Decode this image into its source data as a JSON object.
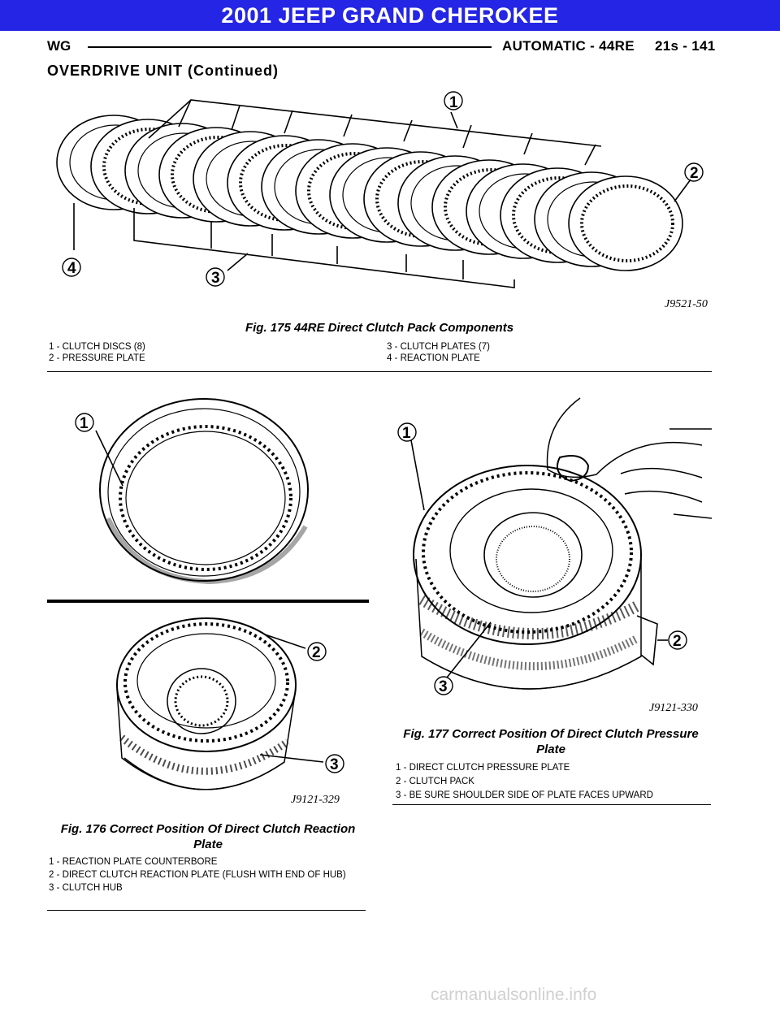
{
  "banner": {
    "title": "2001 JEEP GRAND CHEROKEE"
  },
  "header": {
    "left": "WG",
    "right": "AUTOMATIC - 44RE     21s - 141"
  },
  "section_title": "OVERDRIVE UNIT (Continued)",
  "fig175": {
    "code": "J9521-50",
    "callouts": [
      "1",
      "2",
      "3",
      "4"
    ],
    "caption": "Fig. 175 44RE Direct Clutch Pack Components",
    "legend_left": [
      "1 - CLUTCH DISCS (8)",
      "2 - PRESSURE PLATE"
    ],
    "legend_right": [
      "3 - CLUTCH PLATES (7)",
      "4 - REACTION PLATE"
    ]
  },
  "fig176": {
    "code": "J9121-329",
    "callouts": [
      "1",
      "2",
      "3"
    ],
    "caption_line1": "Fig. 176 Correct Position Of Direct Clutch Reaction",
    "caption_line2": "Plate",
    "legend": [
      "1 - REACTION PLATE COUNTERBORE",
      "2 - DIRECT CLUTCH REACTION PLATE (FLUSH WITH END OF HUB)",
      "3 - CLUTCH HUB"
    ]
  },
  "fig177": {
    "code": "J9121-330",
    "callouts": [
      "1",
      "2",
      "3"
    ],
    "caption_line1": "Fig. 177 Correct Position Of Direct Clutch Pressure",
    "caption_line2": "Plate",
    "legend": [
      "1 - DIRECT CLUTCH PRESSURE PLATE",
      "2 - CLUTCH PACK",
      "3 - BE SURE SHOULDER SIDE OF PLATE FACES UPWARD"
    ]
  },
  "watermark": "carmanualsonline.info",
  "colors": {
    "banner": "#2525e6",
    "ink": "#000000",
    "watermark": "#d0d0d0"
  }
}
